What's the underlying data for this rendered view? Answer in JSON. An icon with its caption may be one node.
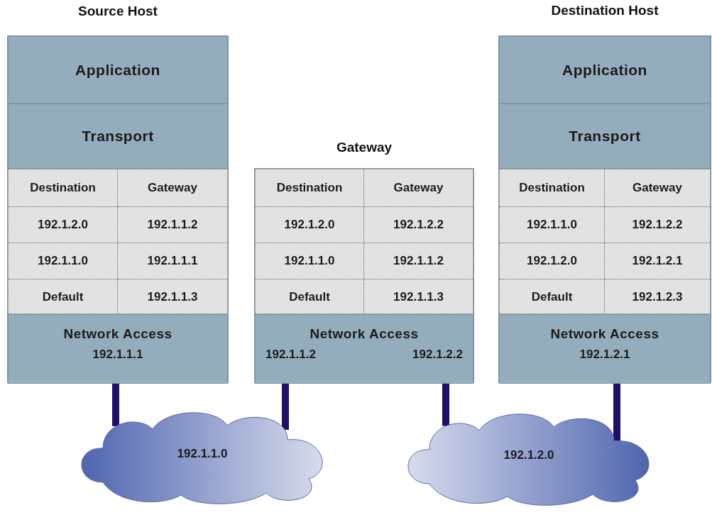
{
  "diagram": {
    "nodes": [
      {
        "text": [
          "Source Host"
        ]
      },
      {
        "text": [
          "Application"
        ],
        "in": 0
      },
      {
        "text": [
          "Transport"
        ],
        "in": 0
      },
      {
        "text": [
          "Network Access",
          "192.1.1.1"
        ],
        "in": 0
      },
      {
        "text": [
          "Gateway"
        ]
      },
      {
        "text": [
          "Network Access",
          "192.1.1.2",
          "192.1.2.2"
        ],
        "in": 4
      },
      {
        "text": [
          "Destination Host"
        ]
      },
      {
        "text": [
          "Application"
        ],
        "in": 6
      },
      {
        "text": [
          "Transport"
        ],
        "in": 6
      },
      {
        "text": [
          "Network Access",
          "192.1.2.1"
        ],
        "in": 6
      },
      {
        "text": [
          "192.1.1.0"
        ]
      },
      {
        "text": [
          "192.1.2.0"
        ]
      }
    ],
    "edges": [
      {
        "from": 3,
        "to": 10,
        "arrow": "none"
      },
      {
        "from": 5,
        "to": 10,
        "arrow": "none"
      },
      {
        "from": 5,
        "to": 11,
        "arrow": "none"
      },
      {
        "from": 9,
        "to": 11,
        "arrow": "none"
      }
    ],
    "labels": [
      "Destination",
      "Gateway",
      "192.1.2.0",
      "192.1.1.2",
      "192.1.1.0",
      "192.1.1.1",
      "Default",
      "192.1.1.3",
      "Destination",
      "Gateway",
      "192.1.2.0",
      "192.1.2.2",
      "192.1.1.0",
      "192.1.1.2",
      "Default",
      "192.1.1.3",
      "Destination",
      "Gateway",
      "192.1.1.0",
      "192.1.2.2",
      "192.1.2.0",
      "192.1.2.1",
      "Default",
      "192.1.2.3"
    ]
  }
}
